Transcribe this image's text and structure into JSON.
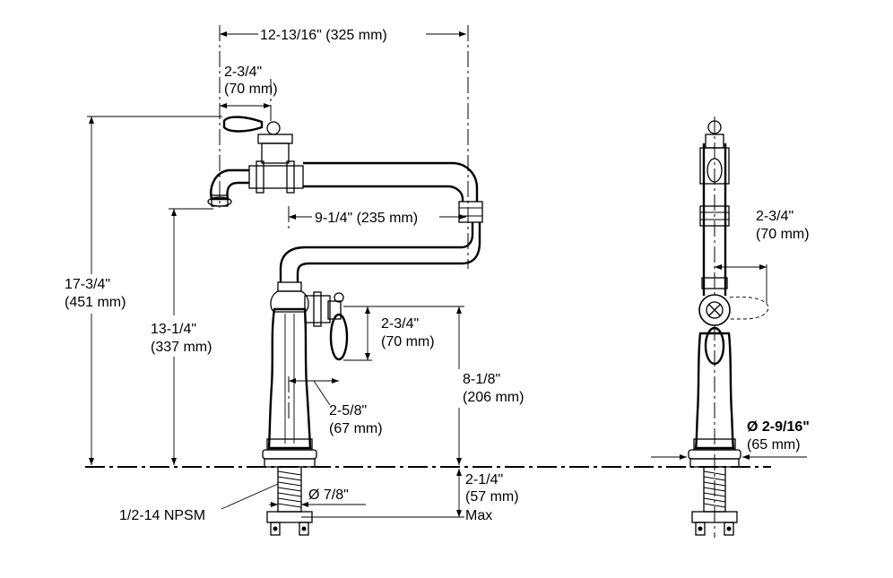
{
  "dimensions": {
    "spout_reach": "12-13/16\" (325 mm)",
    "handle_width_top_in": "2-3/4\"",
    "handle_width_top_mm": "(70 mm)",
    "spout_extension": "9-1/4\" (235 mm)",
    "overall_height_in": "17-3/4\"",
    "overall_height_mm": "(451 mm)",
    "spout_height_in": "13-1/4\"",
    "spout_height_mm": "(337 mm)",
    "side_handle_in": "2-3/4\"",
    "side_handle_mm": "(70 mm)",
    "handle_offset_in": "2-5/8\"",
    "handle_offset_mm": "(67 mm)",
    "handle_height_in": "8-1/8\"",
    "handle_height_mm": "(206 mm)",
    "thread": "1/2-14 NPSM",
    "shank_diameter": "Ø 7/8\"",
    "shank_length_in": "2-1/4\"",
    "shank_length_mm": "(57 mm)",
    "shank_length_max": "Max",
    "side_view_handle_in": "2-3/4\"",
    "side_view_handle_mm": "(70 mm)",
    "base_diameter_in": "Ø 2-9/16\"",
    "base_diameter_mm": "(65 mm)"
  }
}
